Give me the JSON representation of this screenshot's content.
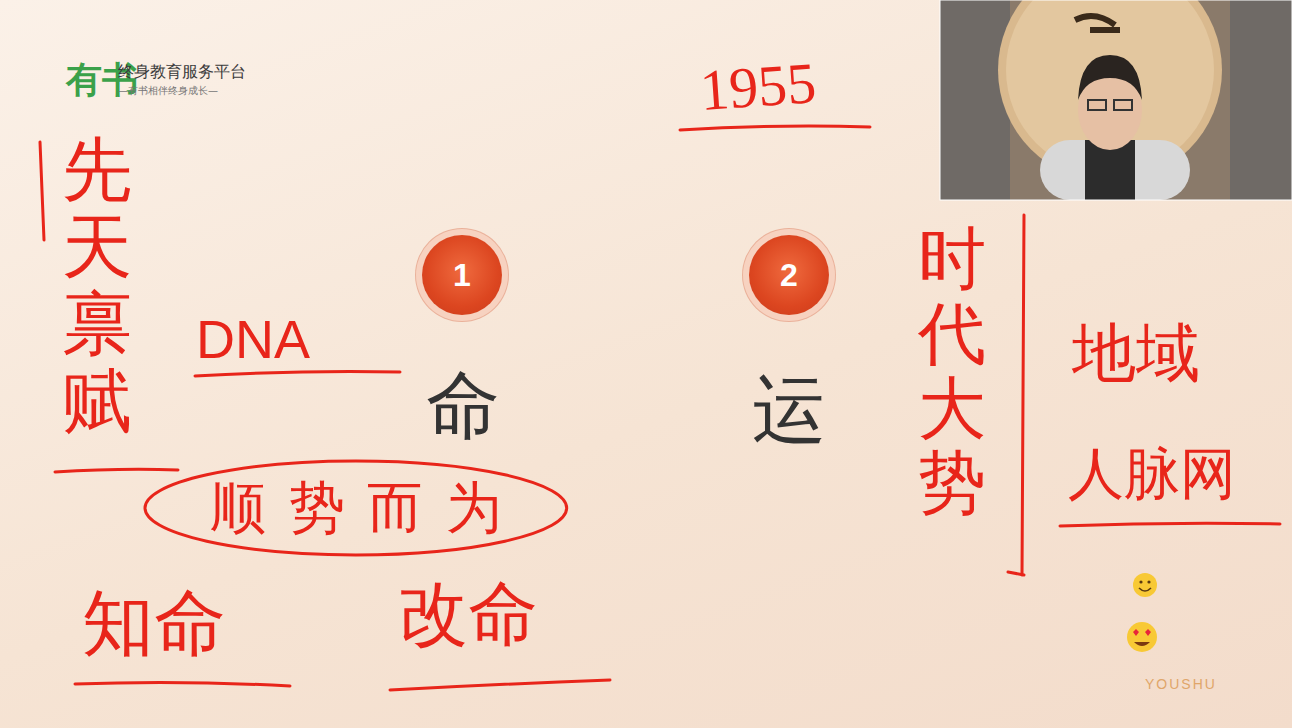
{
  "diagram": {
    "nodes": [
      {
        "text": [
          "1"
        ]
      },
      {
        "text": [
          "2"
        ]
      },
      {
        "text": [
          "顺势而为"
        ]
      }
    ],
    "labels": [
      "有书",
      "终身教育服务平台",
      "—有书相伴终身成长—",
      "1955",
      "先天禀赋",
      "DNA",
      "命",
      "运",
      "知命",
      "改命",
      "时代大势",
      "地域",
      "人脉网",
      "YOUSHU"
    ]
  }
}
